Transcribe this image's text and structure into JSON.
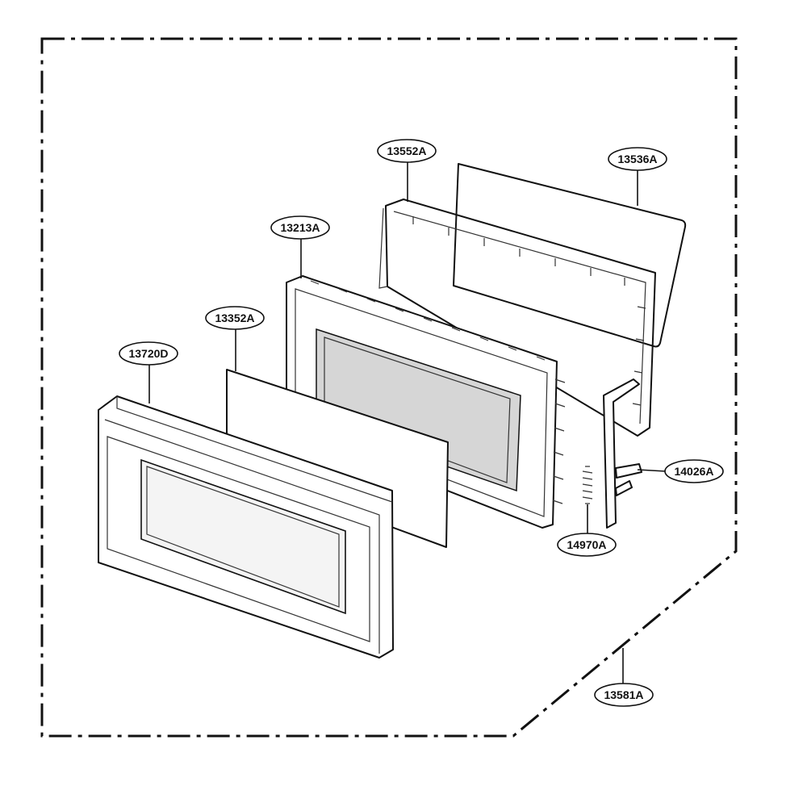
{
  "callouts": {
    "door_frame_outer": "13720D",
    "choke_cover": "13352A",
    "door_frame_inner": "13213A",
    "door_seal_frame": "13552A",
    "door_screen_glass": "13536A",
    "latch_hook": "14026A",
    "latch_spring": "14970A",
    "door_assembly": "13581A"
  },
  "colors": {
    "line": "#111111",
    "window_fill": "#d6d6d6",
    "background": "#ffffff"
  }
}
